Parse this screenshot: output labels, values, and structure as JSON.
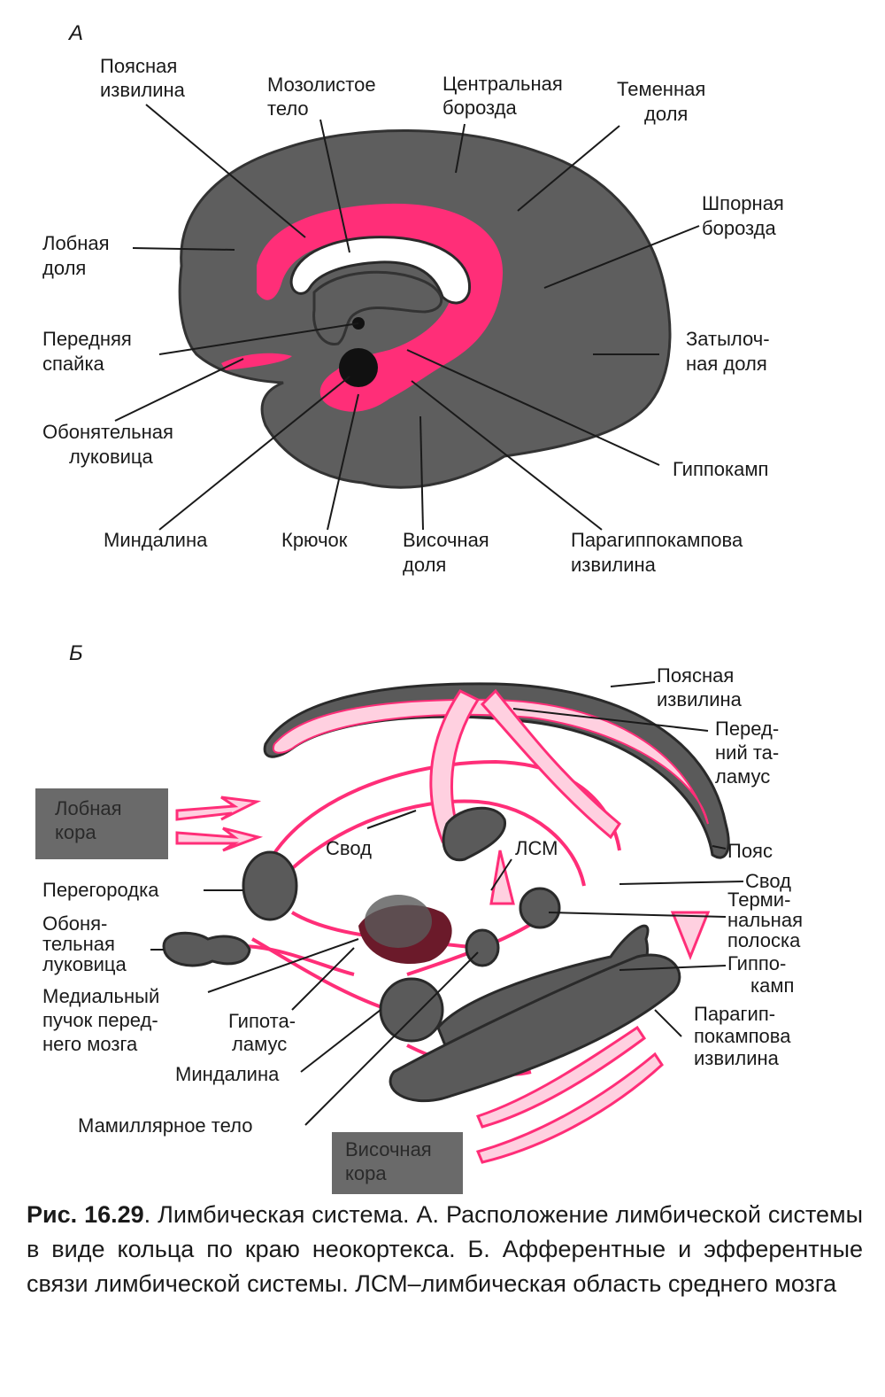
{
  "panel_a": {
    "letter": "А",
    "labels": {
      "cingulate_1": "Поясная",
      "cingulate_2": "извилина",
      "corpus_callosum_1": "Мозолистое",
      "corpus_callosum_2": "тело",
      "central_sulcus_1": "Центральная",
      "central_sulcus_2": "борозда",
      "parietal_1": "Теменная",
      "parietal_2": "доля",
      "calcarine_1": "Шпорная",
      "calcarine_2": "борозда",
      "frontal_1": "Лобная",
      "frontal_2": "доля",
      "anterior_commissure_1": "Передняя",
      "anterior_commissure_2": "спайка",
      "occipital_1": "Затылоч-",
      "occipital_2": "ная  доля",
      "olfactory_bulb_1": "Обонятельная",
      "olfactory_bulb_2": "луковица",
      "hippocampus": "Гиппокамп",
      "amygdala": "Миндалина",
      "uncus": "Крючок",
      "temporal_1": "Височная",
      "temporal_2": "доля",
      "parahippocampal_1": "Парагиппокампова",
      "parahippocampal_2": "извилина"
    }
  },
  "panel_b": {
    "letter": "Б",
    "boxes": {
      "frontal_cortex_1": "Лобная",
      "frontal_cortex_2": "кора",
      "temporal_cortex_1": "Височная",
      "temporal_cortex_2": "кора"
    },
    "labels": {
      "cingulate_1": "Поясная",
      "cingulate_2": "извилина",
      "ant_thalamus_1": "Перед-",
      "ant_thalamus_2": "ний  та-",
      "ant_thalamus_3": "ламус",
      "fornix_center": "Свод",
      "lsm": "ЛСМ",
      "cingulum": "Пояс",
      "fornix_right": "Свод",
      "septum": "Перегородка",
      "terminal_stria_1": "Терми-",
      "terminal_stria_2": "нальная",
      "terminal_stria_3": "полоска",
      "olfactory_bulb_1": "Обоня-",
      "olfactory_bulb_2": "тельная",
      "olfactory_bulb_3": "луковица",
      "hippocampus_1": "Гиппо-",
      "hippocampus_2": "камп",
      "mfb_1": "Медиальный",
      "mfb_2": "пучок перед-",
      "mfb_3": "него мозга",
      "hypothalamus_1": "Гипота-",
      "hypothalamus_2": "ламус",
      "parahippocampal_1": "Парагип-",
      "parahippocampal_2": "покампова",
      "parahippocampal_3": "извилина",
      "amygdala": "Миндалина",
      "mammillary": "Мамиллярное тело"
    }
  },
  "caption": {
    "fig_number": "Рис. 16.29",
    "text": ". Лимбическая система. А. Расположение лимбической системы в виде кольца по краю неокор­текса. Б. Афферентные и эфферентные связи лимбиче­ской системы. ЛСМ–лимбическая область среднего мозга"
  },
  "colors": {
    "limbic": "#ff2e78",
    "limbic_light": "#ffd0e0",
    "cortex": "#5e5e5e"
  }
}
